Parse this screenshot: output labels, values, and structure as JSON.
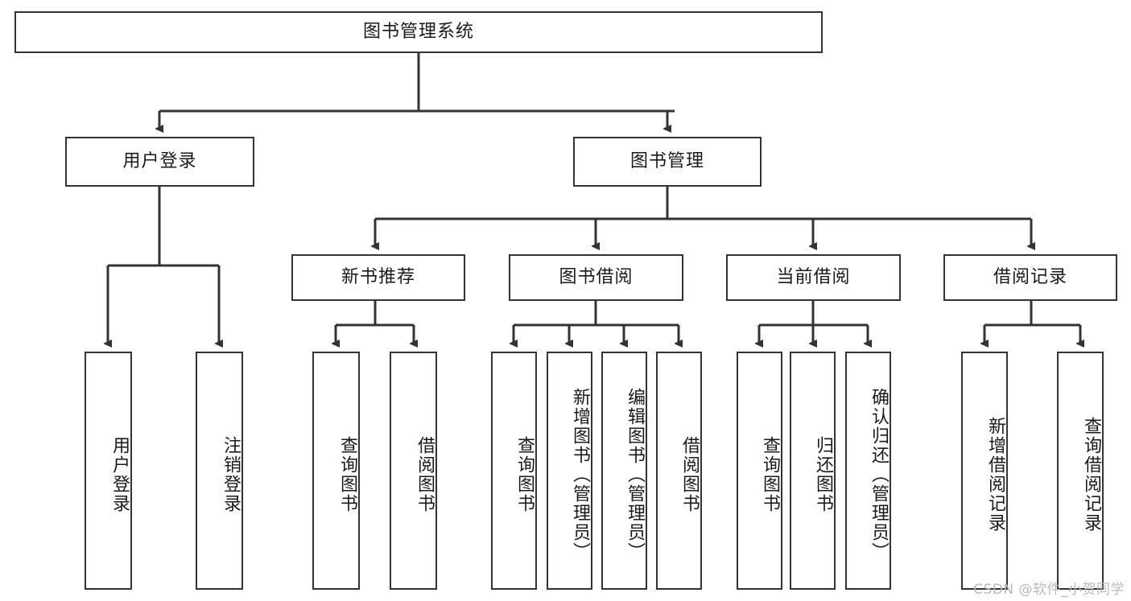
{
  "diagram": {
    "title": "图书管理系统",
    "type": "hierarchy-tree",
    "root": {
      "label": "图书管理系统"
    },
    "level2": [
      {
        "id": "user-login",
        "label": "用户登录"
      },
      {
        "id": "book-management",
        "label": "图书管理"
      }
    ],
    "level3": [
      {
        "id": "new-book-recommend",
        "label": "新书推荐",
        "parent": "book-management"
      },
      {
        "id": "book-borrow",
        "label": "图书借阅",
        "parent": "book-management"
      },
      {
        "id": "current-borrow",
        "label": "当前借阅",
        "parent": "book-management"
      },
      {
        "id": "borrow-record",
        "label": "借阅记录",
        "parent": "book-management"
      }
    ],
    "leaves": [
      {
        "id": "leaf-user-login",
        "label": "用户登录",
        "parent": "user-login"
      },
      {
        "id": "leaf-logout-login",
        "label": "注销登录",
        "parent": "user-login"
      },
      {
        "id": "leaf-query-book-1",
        "label": "查询图书",
        "parent": "new-book-recommend"
      },
      {
        "id": "leaf-borrow-book-1",
        "label": "借阅图书",
        "parent": "new-book-recommend"
      },
      {
        "id": "leaf-query-book-2",
        "label": "查询图书",
        "parent": "book-borrow"
      },
      {
        "id": "leaf-add-book",
        "label": "新增图书（管理员）",
        "parent": "book-borrow"
      },
      {
        "id": "leaf-edit-book",
        "label": "编辑图书（管理员）",
        "parent": "book-borrow"
      },
      {
        "id": "leaf-borrow-book-2",
        "label": "借阅图书",
        "parent": "book-borrow"
      },
      {
        "id": "leaf-query-book-3",
        "label": "查询图书",
        "parent": "current-borrow"
      },
      {
        "id": "leaf-return-book",
        "label": "归还图书",
        "parent": "current-borrow"
      },
      {
        "id": "leaf-confirm-return",
        "label": "确认归还（管理员）",
        "parent": "current-borrow"
      },
      {
        "id": "leaf-add-record",
        "label": "新增借阅记录",
        "parent": "borrow-record"
      },
      {
        "id": "leaf-query-record",
        "label": "查询借阅记录",
        "parent": "borrow-record"
      }
    ],
    "colors": {
      "stroke": "#333333",
      "background": "#ffffff",
      "text": "#1a1a1a",
      "watermark": "#b9b9b9"
    }
  },
  "watermark": {
    "text": "CSDN @软件_小贺同学"
  }
}
